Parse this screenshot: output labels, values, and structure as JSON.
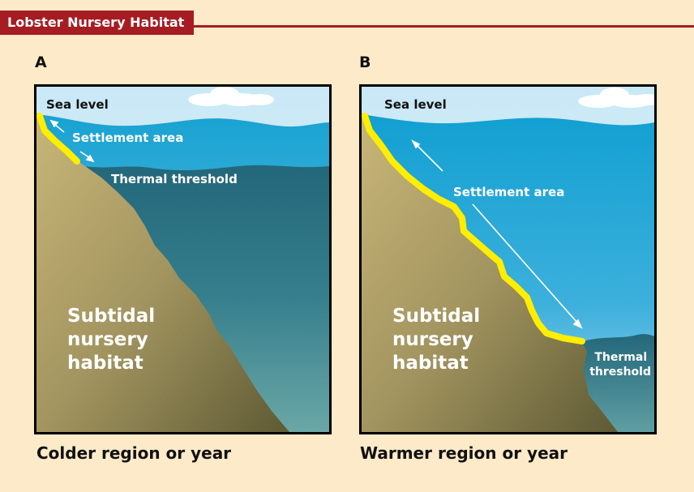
{
  "header": {
    "title": "Lobster Nursery Habitat"
  },
  "colors": {
    "header": "#a51d23",
    "background": "#fdeac8",
    "sky": "#d6eef8",
    "settlement_water": "#1aa6d6",
    "deep_water": "#2e7585",
    "seafloor": "#b8a86e",
    "settlement_highlight": "#ffee00"
  },
  "panel_a": {
    "letter": "A",
    "sea_level": "Sea level",
    "settlement_area": "Settlement area",
    "thermal_threshold": "Thermal threshold",
    "habitat": [
      "Subtidal",
      "nursery",
      "habitat"
    ],
    "caption": "Colder region or year"
  },
  "panel_b": {
    "letter": "B",
    "sea_level": "Sea level",
    "settlement_area": "Settlement area",
    "thermal_threshold": [
      "Thermal",
      "threshold"
    ],
    "habitat": [
      "Subtidal",
      "nursery",
      "habitat"
    ],
    "caption": "Warmer region or year"
  }
}
